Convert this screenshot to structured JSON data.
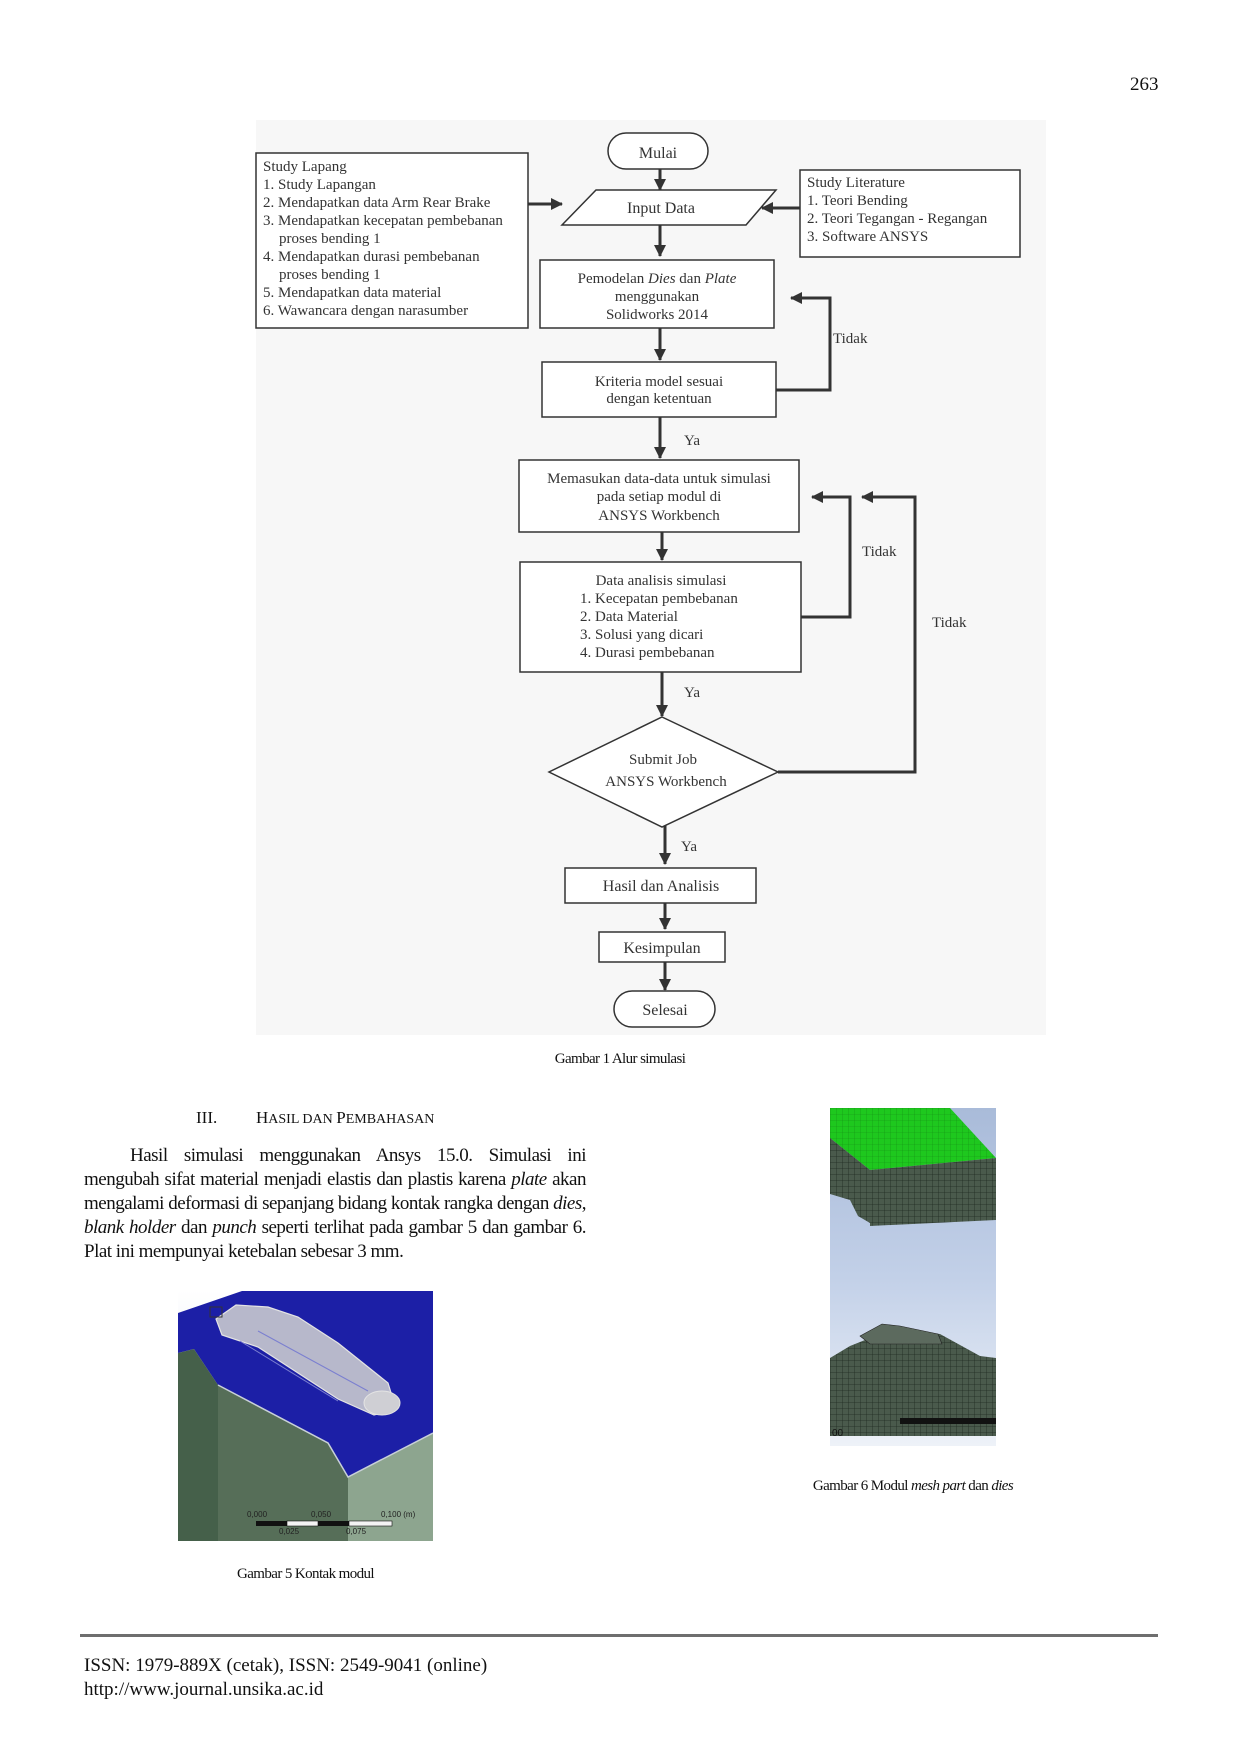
{
  "page": {
    "number": "263"
  },
  "figure1": {
    "caption": "Gambar 1 Alur simulasi",
    "flowchart": {
      "start": "Mulai",
      "input": "Input Data",
      "study_lapang": {
        "title": "Study Lapang",
        "items": [
          "1. Study Lapangan",
          "2. Mendapatkan data Arm Rear Brake",
          "3. Mendapatkan kecepatan pembebanan",
          "proses bending 1",
          "4. Mendapatkan durasi pembebanan",
          "proses bending 1",
          "5. Mendapatkan data material",
          "6. Wawancara dengan narasumber"
        ]
      },
      "study_literature": {
        "title": "Study Literature",
        "items": [
          "1. Teori Bending",
          "2. Teori Tegangan - Regangan",
          "3. Software ANSYS"
        ]
      },
      "modeling": {
        "prefix": "Pemodelan ",
        "dies": "Dies",
        "and": " dan ",
        "plate": "Plate",
        "line2": "menggunakan",
        "line3": "Solidworks 2014"
      },
      "criteria": [
        "Kriteria model sesuai",
        "dengan ketentuan"
      ],
      "input_sim": [
        "Memasukan data-data untuk simulasi",
        "pada setiap modul di",
        "ANSYS Workbench"
      ],
      "analysis": {
        "title": "Data analisis simulasi",
        "items": [
          "1. Kecepatan pembebanan",
          "2. Data Material",
          "3. Solusi yang dicari",
          "4. Durasi pembebanan"
        ]
      },
      "submit": [
        "Submit Job",
        "ANSYS Workbench"
      ],
      "results": "Hasil dan Analisis",
      "conclusion": "Kesimpulan",
      "end": "Selesai",
      "yes_label": "Ya",
      "no_label": "Tidak"
    }
  },
  "section": {
    "number": "III.",
    "title_H": "H",
    "title_asil": "ASIL",
    "title_dan": " DAN ",
    "title_P": "P",
    "title_embahasan": "EMBAHASAN",
    "para": {
      "t1": "Hasil simulasi menggunakan Ansys 15.0. Simulasi ini mengubah sifat material menjadi elastis dan plastis karena ",
      "plate": "plate",
      "t2": " akan mengalami deformasi di sepanjang bidang kontak rangka dengan ",
      "dies": "dies",
      "t3": ", ",
      "blank_holder": "blank holder",
      "t4": " dan ",
      "punch": "punch",
      "t5": " seperti terlihat pada gambar 5 dan gambar 6. Plat ini mempunyai ketebalan sebesar 3 mm."
    }
  },
  "figure5": {
    "caption": "Gambar 5 Kontak modul",
    "scale_labels": [
      "0,000",
      "0,050",
      "0,100 (m)",
      "0,025",
      "0,075"
    ]
  },
  "figure6": {
    "caption_prefix": "Gambar 6 Modul ",
    "caption_mesh": "mesh part",
    "caption_mid": " dan ",
    "caption_dies": "dies",
    "axis_label": "00"
  },
  "footer": {
    "issn": "ISSN: 1979-889X (cetak), ISSN: 2549-9041 (online)",
    "url": "http://www.journal.unsika.ac.id"
  },
  "colors": {
    "flow_line": "#333333",
    "fig5_blue": "#1c1fa6",
    "fig5_side": "#566e58",
    "fig6_green": "#1ec81e",
    "fig6_mesh": "#3e4e40"
  }
}
